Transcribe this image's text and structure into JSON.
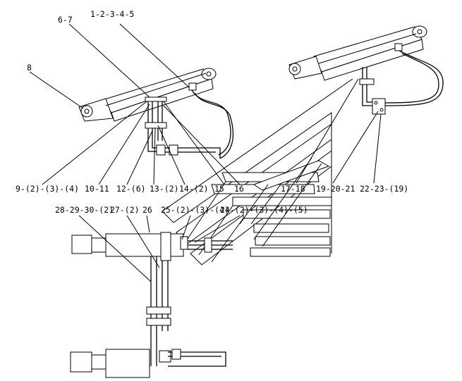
{
  "labels": {
    "l_6_7": "6-7",
    "l_1_5": "1-2-3-4-5",
    "l_8": "8",
    "l_9": "9-(2)-(3)-(4)",
    "l_10_11": "10-11",
    "l_12": "12-(6)",
    "l_13": "13-(2)",
    "l_14": "14-(2)",
    "l_15": "15",
    "l_16": "16",
    "l_17_18": "17-18",
    "l_19_21": "19-20-21",
    "l_22_23": "22-23-(19)",
    "l_28_30": "28-29-30-(2)",
    "l_27": "27-(2)",
    "l_26": "26",
    "l_25": "25-(2)-(3)-(4)",
    "l_24": "24-(2)-(3)-(4)-(5)"
  }
}
